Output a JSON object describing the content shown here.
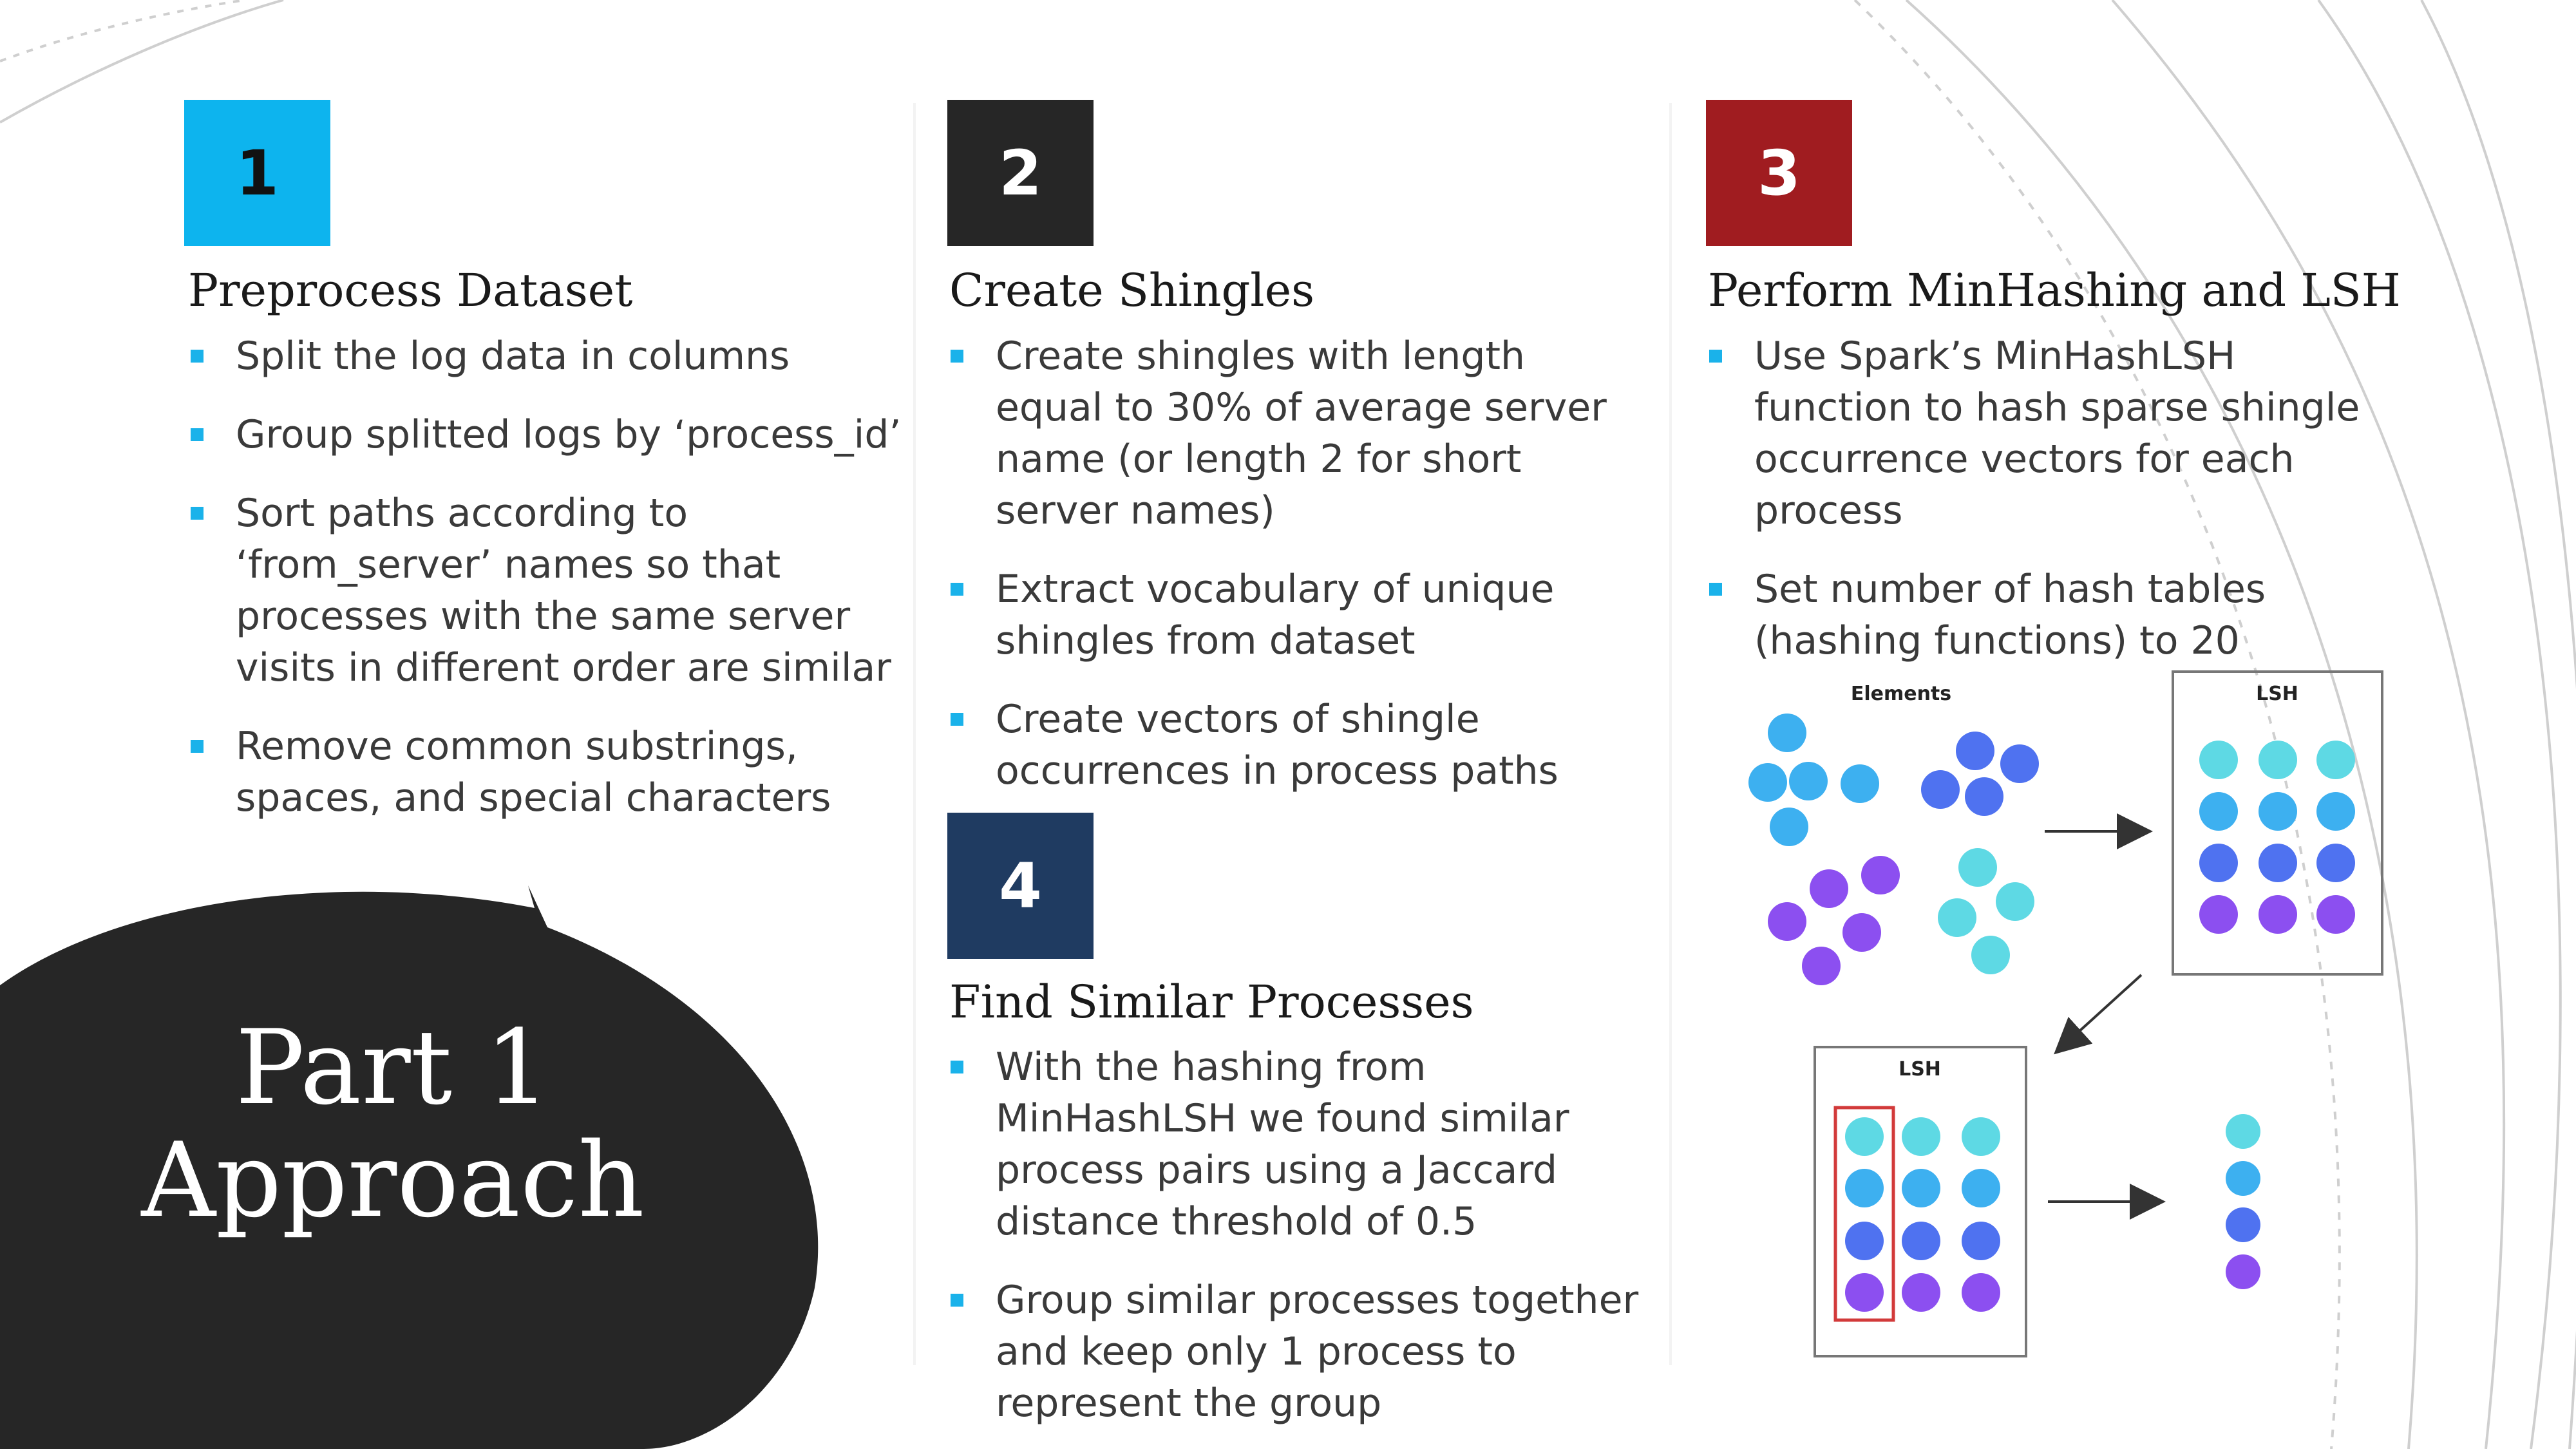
{
  "colors": {
    "step1": "#0db4ee",
    "step2": "#262626",
    "step3": "#a01c20",
    "step4": "#1f3b61",
    "bullet": "#1ab2ea",
    "bubble": "#262626",
    "dot_cyan": "#5ed9e4",
    "dot_skyblue": "#3db0f0",
    "dot_blue": "#4f72f0",
    "dot_purple": "#8c4ff0",
    "highlight_box": "#d23a3a"
  },
  "title": {
    "line1": "Part 1",
    "line2": "Approach"
  },
  "steps": [
    {
      "number": "1",
      "heading": "Preprocess Dataset",
      "bullets": [
        "Split the log data in columns",
        "Group splitted logs by ‘process_id’",
        "Sort paths according to ‘from_server’ names so that processes with the same server visits in different order are similar",
        "Remove common substrings, spaces, and special characters"
      ]
    },
    {
      "number": "2",
      "heading": "Create Shingles",
      "bullets": [
        "Create shingles with length equal to 30% of average server name (or length 2 for short server names)",
        "Extract vocabulary of unique shingles from dataset",
        "Create vectors of shingle occurrences in process paths"
      ]
    },
    {
      "number": "3",
      "heading": "Perform MinHashing and LSH",
      "bullets": [
        "Use Spark’s MinHashLSH function to hash sparse shingle occurrence vectors for each process",
        "Set number of hash tables (hashing functions) to 20"
      ]
    },
    {
      "number": "4",
      "heading": "Find Similar Processes",
      "bullets": [
        "With the hashing from MinHashLSH we found similar process pairs using a Jaccard distance threshold of 0.5",
        "Group similar processes together and keep only 1 process to represent the group"
      ]
    }
  ],
  "diagram": {
    "elements_label": "Elements",
    "lsh_label_top": "LSH",
    "lsh_label_bottom": "LSH"
  }
}
